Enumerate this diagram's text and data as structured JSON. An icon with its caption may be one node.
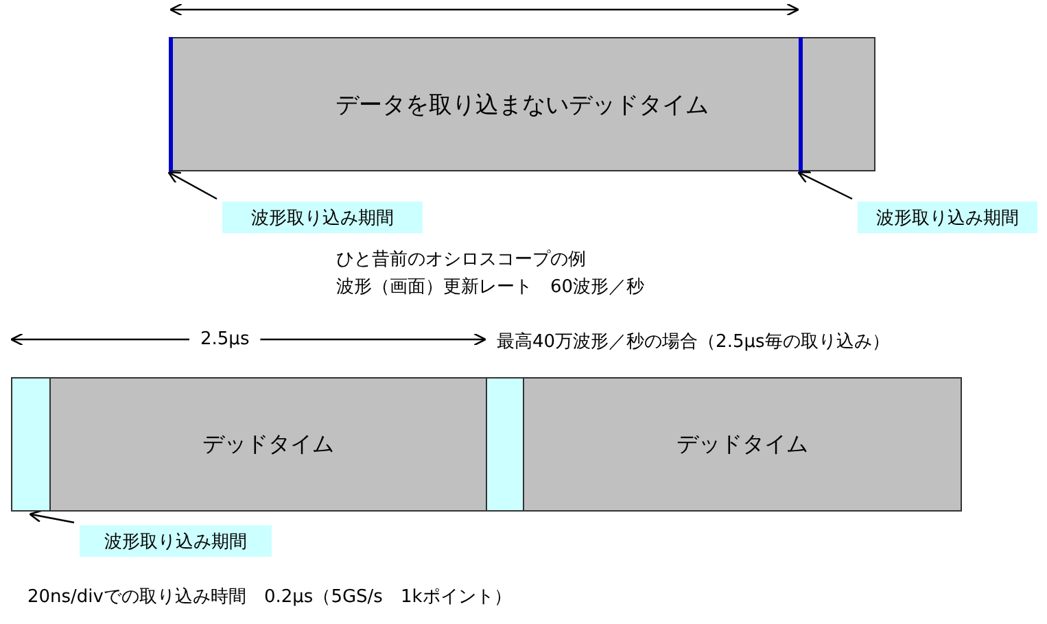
{
  "diagram": {
    "nodes": [
      {
        "text": [
          "データを取り込まないデッドタイム"
        ]
      },
      {
        "text": [],
        "shape": "bar",
        "in": 0
      },
      {
        "text": [],
        "shape": "bar",
        "in": 0
      },
      {
        "text": [
          "波形取り込み期間"
        ]
      },
      {
        "text": [
          "波形取り込み期間"
        ]
      },
      {
        "text": [],
        "shape": "box"
      },
      {
        "text": [
          "デッドタイム"
        ]
      },
      {
        "text": [],
        "shape": "box"
      },
      {
        "text": [
          "デッドタイム"
        ]
      },
      {
        "text": [
          "波形取り込み期間"
        ]
      }
    ],
    "edges": [
      {
        "from": 3,
        "to": 1,
        "arrow": "to"
      },
      {
        "from": 4,
        "to": 2,
        "arrow": "to"
      },
      {
        "from": 9,
        "to": 5,
        "arrow": "to"
      },
      {
        "from": 1,
        "to": 2,
        "arrow": "both"
      }
    ],
    "labels": [
      "ひと昔前のオシロスコープの例",
      "波形（画面）更新レート　60波形／秒",
      "2.5μs",
      "最高40万波形／秒の場合（2.5μs毎の取り込み）",
      "20ns/divでの取り込み時間　0.2μs（5GS/s　1kポイント）"
    ]
  }
}
